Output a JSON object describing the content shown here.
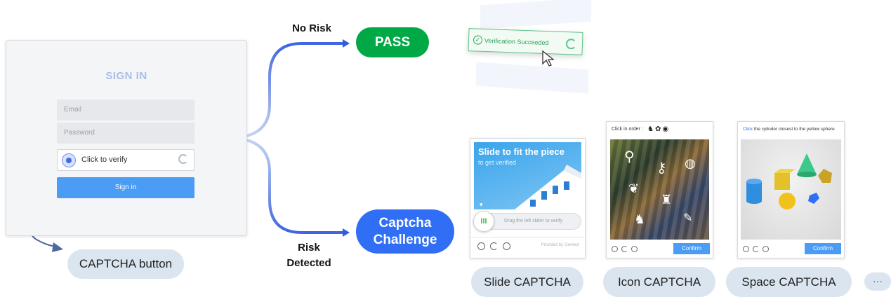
{
  "signin": {
    "title": "SIGN IN",
    "email_placeholder": "Email",
    "password_placeholder": "Password",
    "verify_label": "Click to verify",
    "signin_button": "Sign in"
  },
  "labels": {
    "captcha_button": "CAPTCHA button",
    "no_risk": "No Risk",
    "risk_line1": "Risk",
    "risk_line2": "Detected",
    "pass": "PASS",
    "challenge_line1": "Captcha",
    "challenge_line2": "Challenge"
  },
  "success": {
    "text": "Verification Succeeded"
  },
  "slide_card": {
    "title": "Slide to fit the piece",
    "subtitle": "to get verified",
    "slider_hint": "Drag the left slider to verify",
    "provider": "Provided by Geetest"
  },
  "icon_card": {
    "instruction": "Click in order :",
    "confirm": "Confirm"
  },
  "space_card": {
    "instruction_link": "Click",
    "instruction": "the cylinder closest to the yellow sphere",
    "confirm": "Confirm"
  },
  "types": {
    "slide": "Slide CAPTCHA",
    "icon": "Icon CAPTCHA",
    "space": "Space CAPTCHA",
    "more": "···"
  },
  "colors": {
    "pass": "#00a846",
    "challenge": "#2f6ef5",
    "pill": "#dbe5f0",
    "button": "#4a9cf5"
  }
}
